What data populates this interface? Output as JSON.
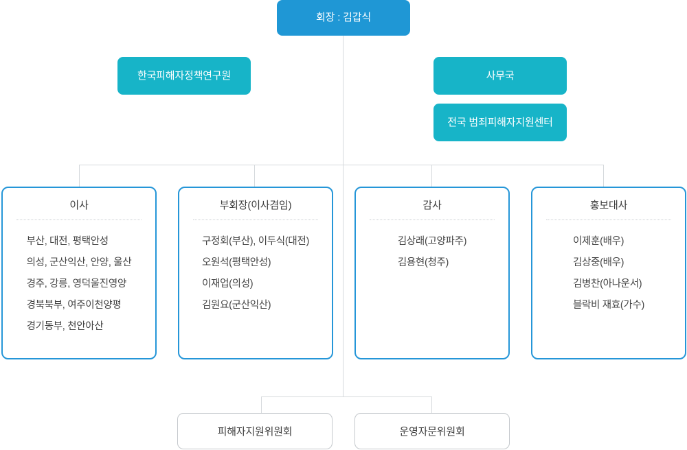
{
  "colors": {
    "chair_box": "#1f97d5",
    "teal_box": "#17b4c8",
    "card_border": "#2596d8",
    "gray_border": "#c4c8cc",
    "connector_line": "#d5d9dc",
    "body_text": "#444444"
  },
  "top": {
    "chairman_label": "회장 : 김갑식"
  },
  "side_units": {
    "left": {
      "label": "한국피해자정책연구원"
    },
    "right": [
      {
        "label": "사무국"
      },
      {
        "label": "전국 범죄피해자지원센터"
      }
    ]
  },
  "cards": [
    {
      "title": "이사",
      "align": "left",
      "lines": [
        "부산, 대전, 평택안성",
        "의성, 군산익산, 안양, 울산",
        "경주, 강릉, 영덕울진영양",
        "경북북부, 여주이천양평",
        "경기동부, 천안아산"
      ]
    },
    {
      "title": "부회장(이사겸임)",
      "align": "left",
      "lines": [
        "구정회(부산), 이두식(대전)",
        "오원석(평택안성)",
        "이재업(의성)",
        "김원요(군산익산)"
      ]
    },
    {
      "title": "감사",
      "align": "left",
      "lines": [
        "김상래(고양파주)",
        "김용현(청주)"
      ]
    },
    {
      "title": "홍보대사",
      "align": "left",
      "lines": [
        "이제훈(배우)",
        "김상중(배우)",
        "김병찬(아나운서)",
        "블락비 재효(가수)"
      ]
    }
  ],
  "committees": [
    {
      "label": "피해자지원위원회"
    },
    {
      "label": "운영자문위원회"
    }
  ]
}
